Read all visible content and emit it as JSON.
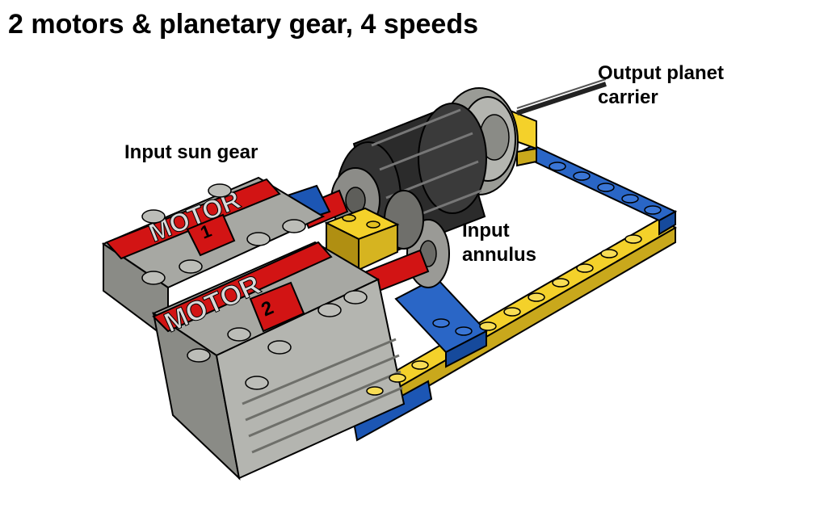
{
  "title": "2 motors & planetary gear, 4 speeds",
  "labels": {
    "sun": "Input sun gear",
    "annulus_1": "Input",
    "annulus_2": "annulus",
    "output_1": "Output planet",
    "output_2": "carrier"
  },
  "motors": [
    {
      "text": "MOTOR",
      "number": "1"
    },
    {
      "text": "MOTOR",
      "number": "2"
    }
  ],
  "colors": {
    "motor_gray": "#a7a8a3",
    "motor_dark": "#6e6f6a",
    "red": "#d21414",
    "yellow": "#f4d12a",
    "blue": "#1c56b4",
    "gear_black": "#2b2b2b",
    "gear_gray": "#8c8c88"
  }
}
